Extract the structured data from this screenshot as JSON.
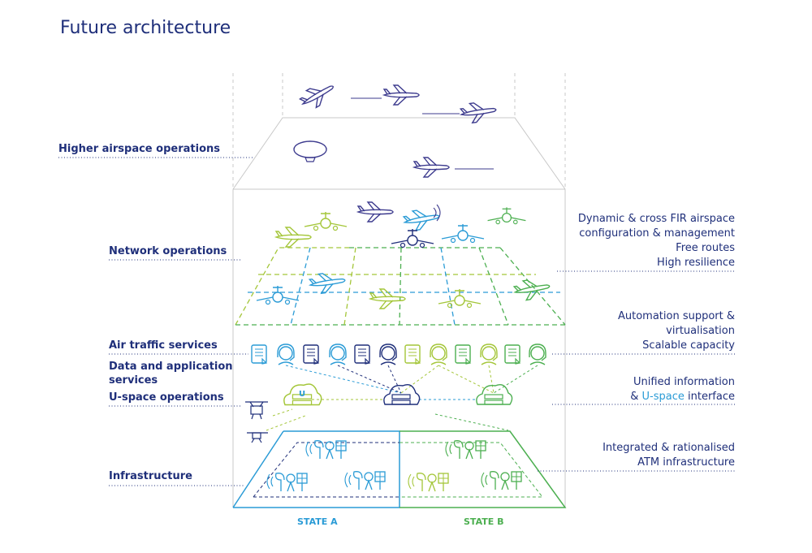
{
  "title": "Future architecture",
  "left_labels": {
    "higher_airspace": "Higher airspace operations",
    "network_ops": "Network operations",
    "air_traffic": "Air traffic services",
    "data_app_1": "Data and application",
    "data_app_2": "services",
    "uspace_ops": "U-space operations",
    "infrastructure": "Infrastructure"
  },
  "right_labels": {
    "dynamic_1": "Dynamic & cross FIR airspace",
    "dynamic_2": "configuration & management",
    "dynamic_3": "Free routes",
    "dynamic_4": "High resilience",
    "automation_1": "Automation support &",
    "automation_2": "virtualisation",
    "automation_3": "Scalable capacity",
    "unified_1": "Unified information",
    "unified_2a": "& ",
    "unified_2b": "U-space",
    "unified_2c": " interface",
    "integrated_1": "Integrated & rationalised",
    "integrated_2": "ATM infrastructure"
  },
  "states": {
    "a": "STATE A",
    "b": "STATE B"
  },
  "colors": {
    "navy": "#1f2f7a",
    "purple": "#3d3b8e",
    "blue": "#2a9bd6",
    "lime": "#a4c639",
    "green": "#4caf50",
    "grey": "#bbbbbb"
  }
}
